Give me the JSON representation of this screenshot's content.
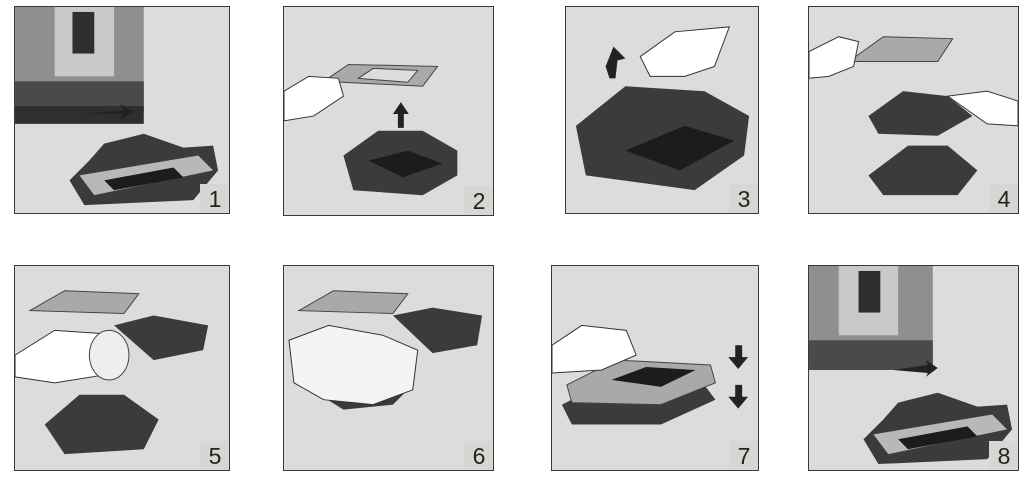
{
  "steps": [
    {
      "number": "1",
      "illustration": "pull-out-drip-tray"
    },
    {
      "number": "2",
      "illustration": "lift-off-cover"
    },
    {
      "number": "3",
      "illustration": "remove-grid"
    },
    {
      "number": "4",
      "illustration": "separate-parts"
    },
    {
      "number": "5",
      "illustration": "clean-with-sponge"
    },
    {
      "number": "6",
      "illustration": "dry-with-cloth"
    },
    {
      "number": "7",
      "illustration": "reassemble"
    },
    {
      "number": "8",
      "illustration": "insert-drip-tray"
    }
  ],
  "colors": {
    "panel": "#dcdcdc",
    "badge": "#d6d6d2",
    "tray": "#3b3b3b",
    "grid": "#1c1c1c",
    "metal": "#a9a9a9"
  }
}
